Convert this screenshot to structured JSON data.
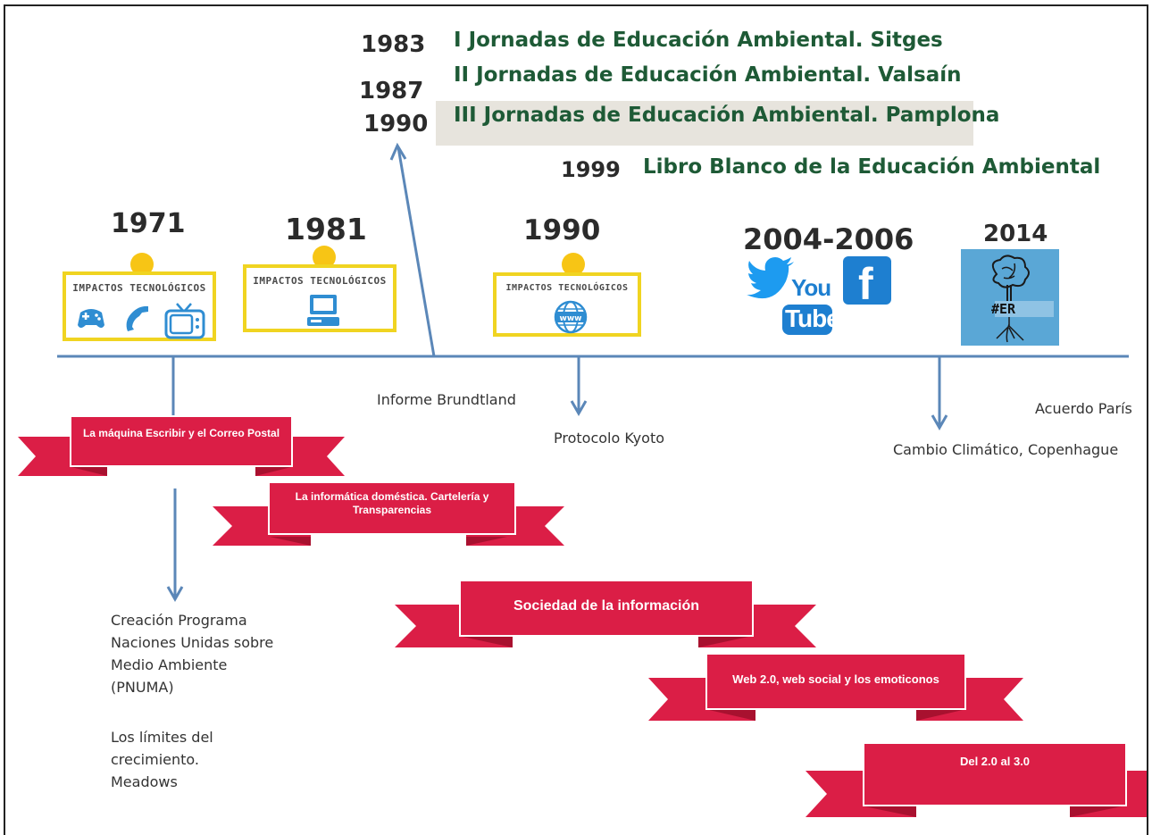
{
  "top_events": [
    {
      "year": "1983",
      "label": "I Jornadas de Educación Ambiental. Sitges"
    },
    {
      "year": "1987",
      "label": "II Jornadas de Educación Ambiental. Valsaín"
    },
    {
      "year": "1990",
      "label": "III Jornadas de Educación Ambiental. Pamplona"
    },
    {
      "year": "1999",
      "label": "Libro Blanco de la Educación Ambiental"
    }
  ],
  "milestones": [
    {
      "year": "1971",
      "box_title": "IMPACTOS TECNOLÓGICOS",
      "icons": [
        "gamepad-icon",
        "phone-icon",
        "tv-icon"
      ]
    },
    {
      "year": "1981",
      "box_title": "IMPACTOS TECNOLÓGICOS",
      "icons": [
        "computer-icon"
      ]
    },
    {
      "year": "1990",
      "box_title": "IMPACTOS TECNOLÓGICOS",
      "icons": [
        "www-globe-icon"
      ]
    },
    {
      "year": "2004-2006",
      "icons": [
        "twitter-icon",
        "youtube-icon",
        "facebook-icon"
      ],
      "youtube_text": [
        "You",
        "Tube"
      ],
      "facebook_text": "f"
    },
    {
      "year": "2014",
      "logo_text": "#ER",
      "icons": [
        "brain-tree-logo"
      ]
    }
  ],
  "timeline_events": {
    "brundtland": "Informe Brundtland",
    "kyoto": "Protocolo Kyoto",
    "copenhague": "Cambio Climático, Copenhague",
    "paris": "Acuerdo París"
  },
  "pnuma_text": [
    "Creación Programa",
    "Naciones Unidas sobre",
    "Medio Ambiente",
    "(PNUMA)"
  ],
  "limits_text": [
    "Los límites del",
    "crecimiento.",
    "Meadows"
  ],
  "ribbons": [
    {
      "lines": [
        "La máquina Escribir y el Correo Postal"
      ]
    },
    {
      "lines": [
        "La informática doméstica. Cartelería y",
        "Transparencias"
      ]
    },
    {
      "lines": [
        "Sociedad de la información"
      ]
    },
    {
      "lines": [
        "Web 2.0, web social y los emoticonos"
      ]
    },
    {
      "lines": [
        "Del 2.0 al 3.0"
      ]
    }
  ],
  "colors": {
    "ribbon": "#db1e46",
    "ribbon_dark": "#a8112f",
    "timeline": "#5b87b8",
    "box_border": "#f0d421",
    "jornadas_text": "#1e5a36",
    "highlight": "#e7e4dd"
  }
}
